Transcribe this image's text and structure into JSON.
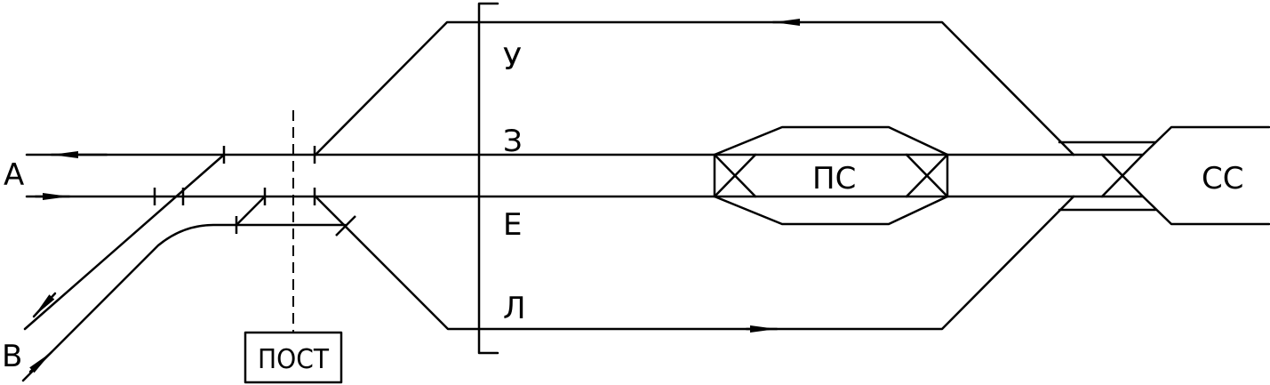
{
  "directions": {
    "a": "А",
    "b": "В"
  },
  "park_tracks": {
    "u": "У",
    "z": "З",
    "e": "Е",
    "l": "Л"
  },
  "stations": {
    "ps": "ПС",
    "ss": "СС"
  },
  "post": "ПОСТ"
}
